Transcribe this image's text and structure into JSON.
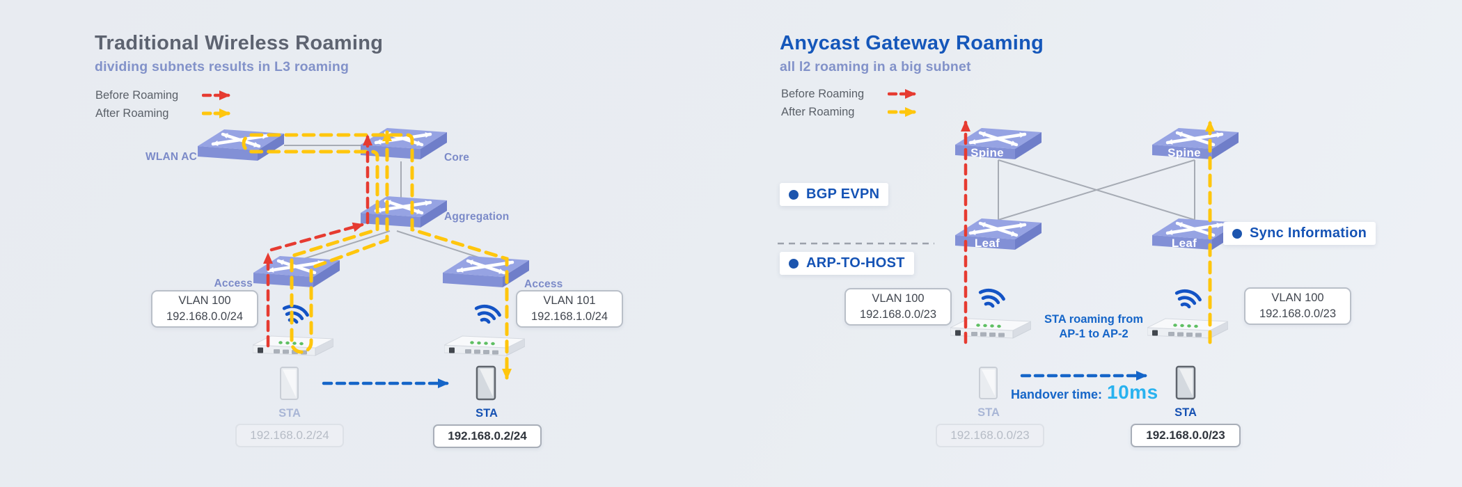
{
  "left_panel": {
    "title": "Traditional Wireless Roaming",
    "subtitle": "dividing subnets results in L3 roaming",
    "legend": {
      "before_label": "Before Roaming",
      "after_label": "After Roaming"
    },
    "nodes": {
      "wlan_ac": "WLAN AC",
      "core": "Core",
      "aggregation": "Aggregation",
      "access_left": "Access",
      "access_right": "Access"
    },
    "vlan_box_left": {
      "line1": "VLAN 100",
      "line2": "192.168.0.0/24"
    },
    "vlan_box_right": {
      "line1": "VLAN 101",
      "line2": "192.168.1.0/24"
    },
    "sta_before": {
      "label": "STA",
      "ip": "192.168.0.2/24"
    },
    "sta_after": {
      "label": "STA",
      "ip": "192.168.0.2/24"
    }
  },
  "right_panel": {
    "title": "Anycast Gateway Roaming",
    "subtitle": "all l2 roaming in a big subnet",
    "legend": {
      "before_label": "Before Roaming",
      "after_label": "After Roaming"
    },
    "nodes": {
      "spine_left": "Spine",
      "spine_right": "Spine",
      "leaf_left": "Leaf",
      "leaf_right": "Leaf"
    },
    "callouts": {
      "bgp_evpn": "BGP EVPN",
      "arp_to_host": "ARP-TO-HOST",
      "sync_information": "Sync Information"
    },
    "vlan_box_left": {
      "line1": "VLAN 100",
      "line2": "192.168.0.0/23"
    },
    "vlan_box_right": {
      "line1": "VLAN 100",
      "line2": "192.168.0.0/23"
    },
    "roaming_note": {
      "line1": "STA roaming from",
      "line2": "AP-1 to AP-2"
    },
    "handover": {
      "label": "Handover time:",
      "value": "10ms"
    },
    "sta_before": {
      "label": "STA",
      "ip": "192.168.0.0/23"
    },
    "sta_after": {
      "label": "STA",
      "ip": "192.168.0.0/23"
    }
  },
  "colors": {
    "before_roaming_red": "#e63b31",
    "after_roaming_yellow": "#ffc60d",
    "data_path_blue": "#1565c8",
    "handover_cyan": "#29b2ef",
    "accent_blue": "#1553b5",
    "switch_periwinkle": "#96a3e3"
  }
}
